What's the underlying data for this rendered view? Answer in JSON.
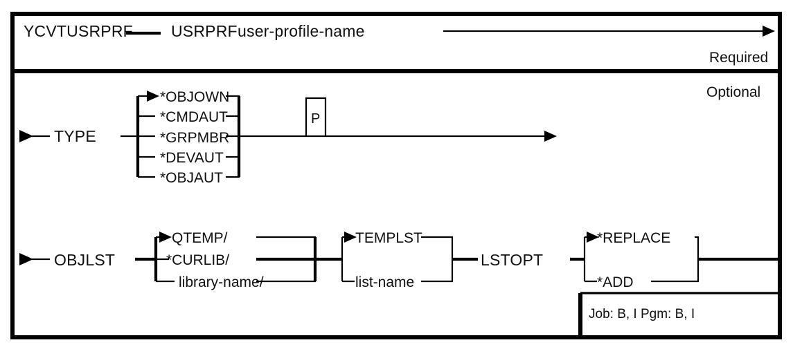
{
  "diagram": {
    "type": "railroad-syntax-diagram",
    "command_name": "YCVTUSRPRF",
    "sections": [
      {
        "id": "required",
        "label": "Required",
        "parameters": [
          {
            "keyword": "USRPRF",
            "value": "user-profile-name",
            "default_marker": false
          }
        ]
      },
      {
        "id": "optional",
        "label": "Optional",
        "parameters": [
          {
            "keyword": "TYPE",
            "options": [
              {
                "text": "*OBJOWN",
                "default": true
              },
              {
                "text": "*CMDAUT",
                "default": false
              },
              {
                "text": "*GRPMBR",
                "default": false
              },
              {
                "text": "*DEVAUT",
                "default": false
              },
              {
                "text": "*OBJAUT",
                "default": false
              }
            ],
            "repeat_box": "P"
          },
          {
            "keyword": "OBJLST",
            "groups": [
              {
                "options": [
                  {
                    "text": "QTEMP/",
                    "default": true
                  },
                  {
                    "text": "*CURLIB/",
                    "default": false
                  },
                  {
                    "text": "library-name/",
                    "default": false
                  }
                ]
              },
              {
                "options": [
                  {
                    "text": "TEMPLST",
                    "default": true
                  },
                  {
                    "text": "list-name",
                    "default": false
                  }
                ]
              }
            ]
          },
          {
            "keyword": "LSTOPT",
            "options": [
              {
                "text": "*REPLACE",
                "default": true
              },
              {
                "text": "*ADD",
                "default": false
              }
            ]
          }
        ]
      }
    ],
    "footer_note": "Job: B, I  Pgm: B, I"
  },
  "labels": {
    "command": "YCVTUSRPRF",
    "usrprf_keyword": "USRPRF",
    "usrprf_value": "user-profile-name",
    "required": "Required",
    "optional": "Optional",
    "type_keyword": "TYPE",
    "type_opt_1": "*OBJOWN",
    "type_opt_2": "*CMDAUT",
    "type_opt_3": "*GRPMBR",
    "type_opt_4": "*DEVAUT",
    "type_opt_5": "*OBJAUT",
    "repeat_box_char": "P",
    "objlst_keyword": "OBJLST",
    "lib_opt_1": "QTEMP/",
    "lib_opt_2": "*CURLIB/",
    "lib_opt_3": "library-name/",
    "list_opt_1": "TEMPLST",
    "list_opt_2": "list-name",
    "lstopt_keyword": "LSTOPT",
    "lstopt_opt_1": "*REPLACE",
    "lstopt_opt_2": "*ADD",
    "job_pgm_note": "Job: B, I  Pgm: B, I"
  },
  "colors": {
    "ink": "#111111",
    "rule": "#000000",
    "background": "#ffffff"
  }
}
